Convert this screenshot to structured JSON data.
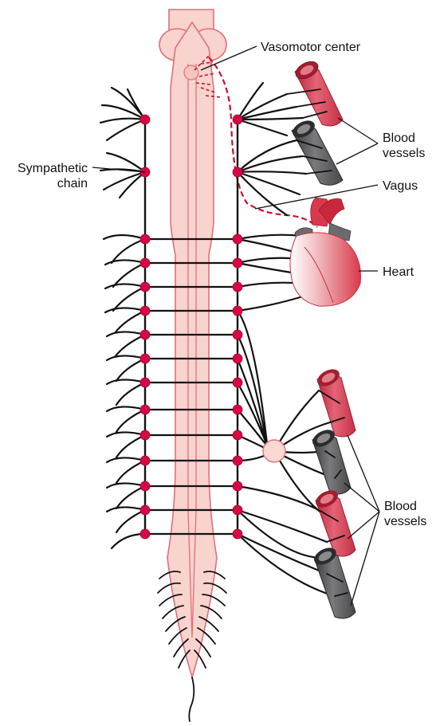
{
  "labels": {
    "vasomotor_center": "Vasomotor center",
    "sympathetic_chain_line1": "Sympathetic",
    "sympathetic_chain_line2": "chain",
    "blood_vessels_upper_line1": "Blood",
    "blood_vessels_upper_line2": "vessels",
    "vagus": "Vagus",
    "heart": "Heart",
    "blood_vessels_lower_line1": "Blood",
    "blood_vessels_lower_line2": "vessels"
  },
  "colors": {
    "cord_fill": "#f9d3ce",
    "cord_stroke": "#e0707a",
    "ganglion": "#d40845",
    "artery": "#d94b5e",
    "vein": "#5a5a5c",
    "heart": "#e2495a",
    "vagus": "#c8102e",
    "nerve": "#111111"
  }
}
